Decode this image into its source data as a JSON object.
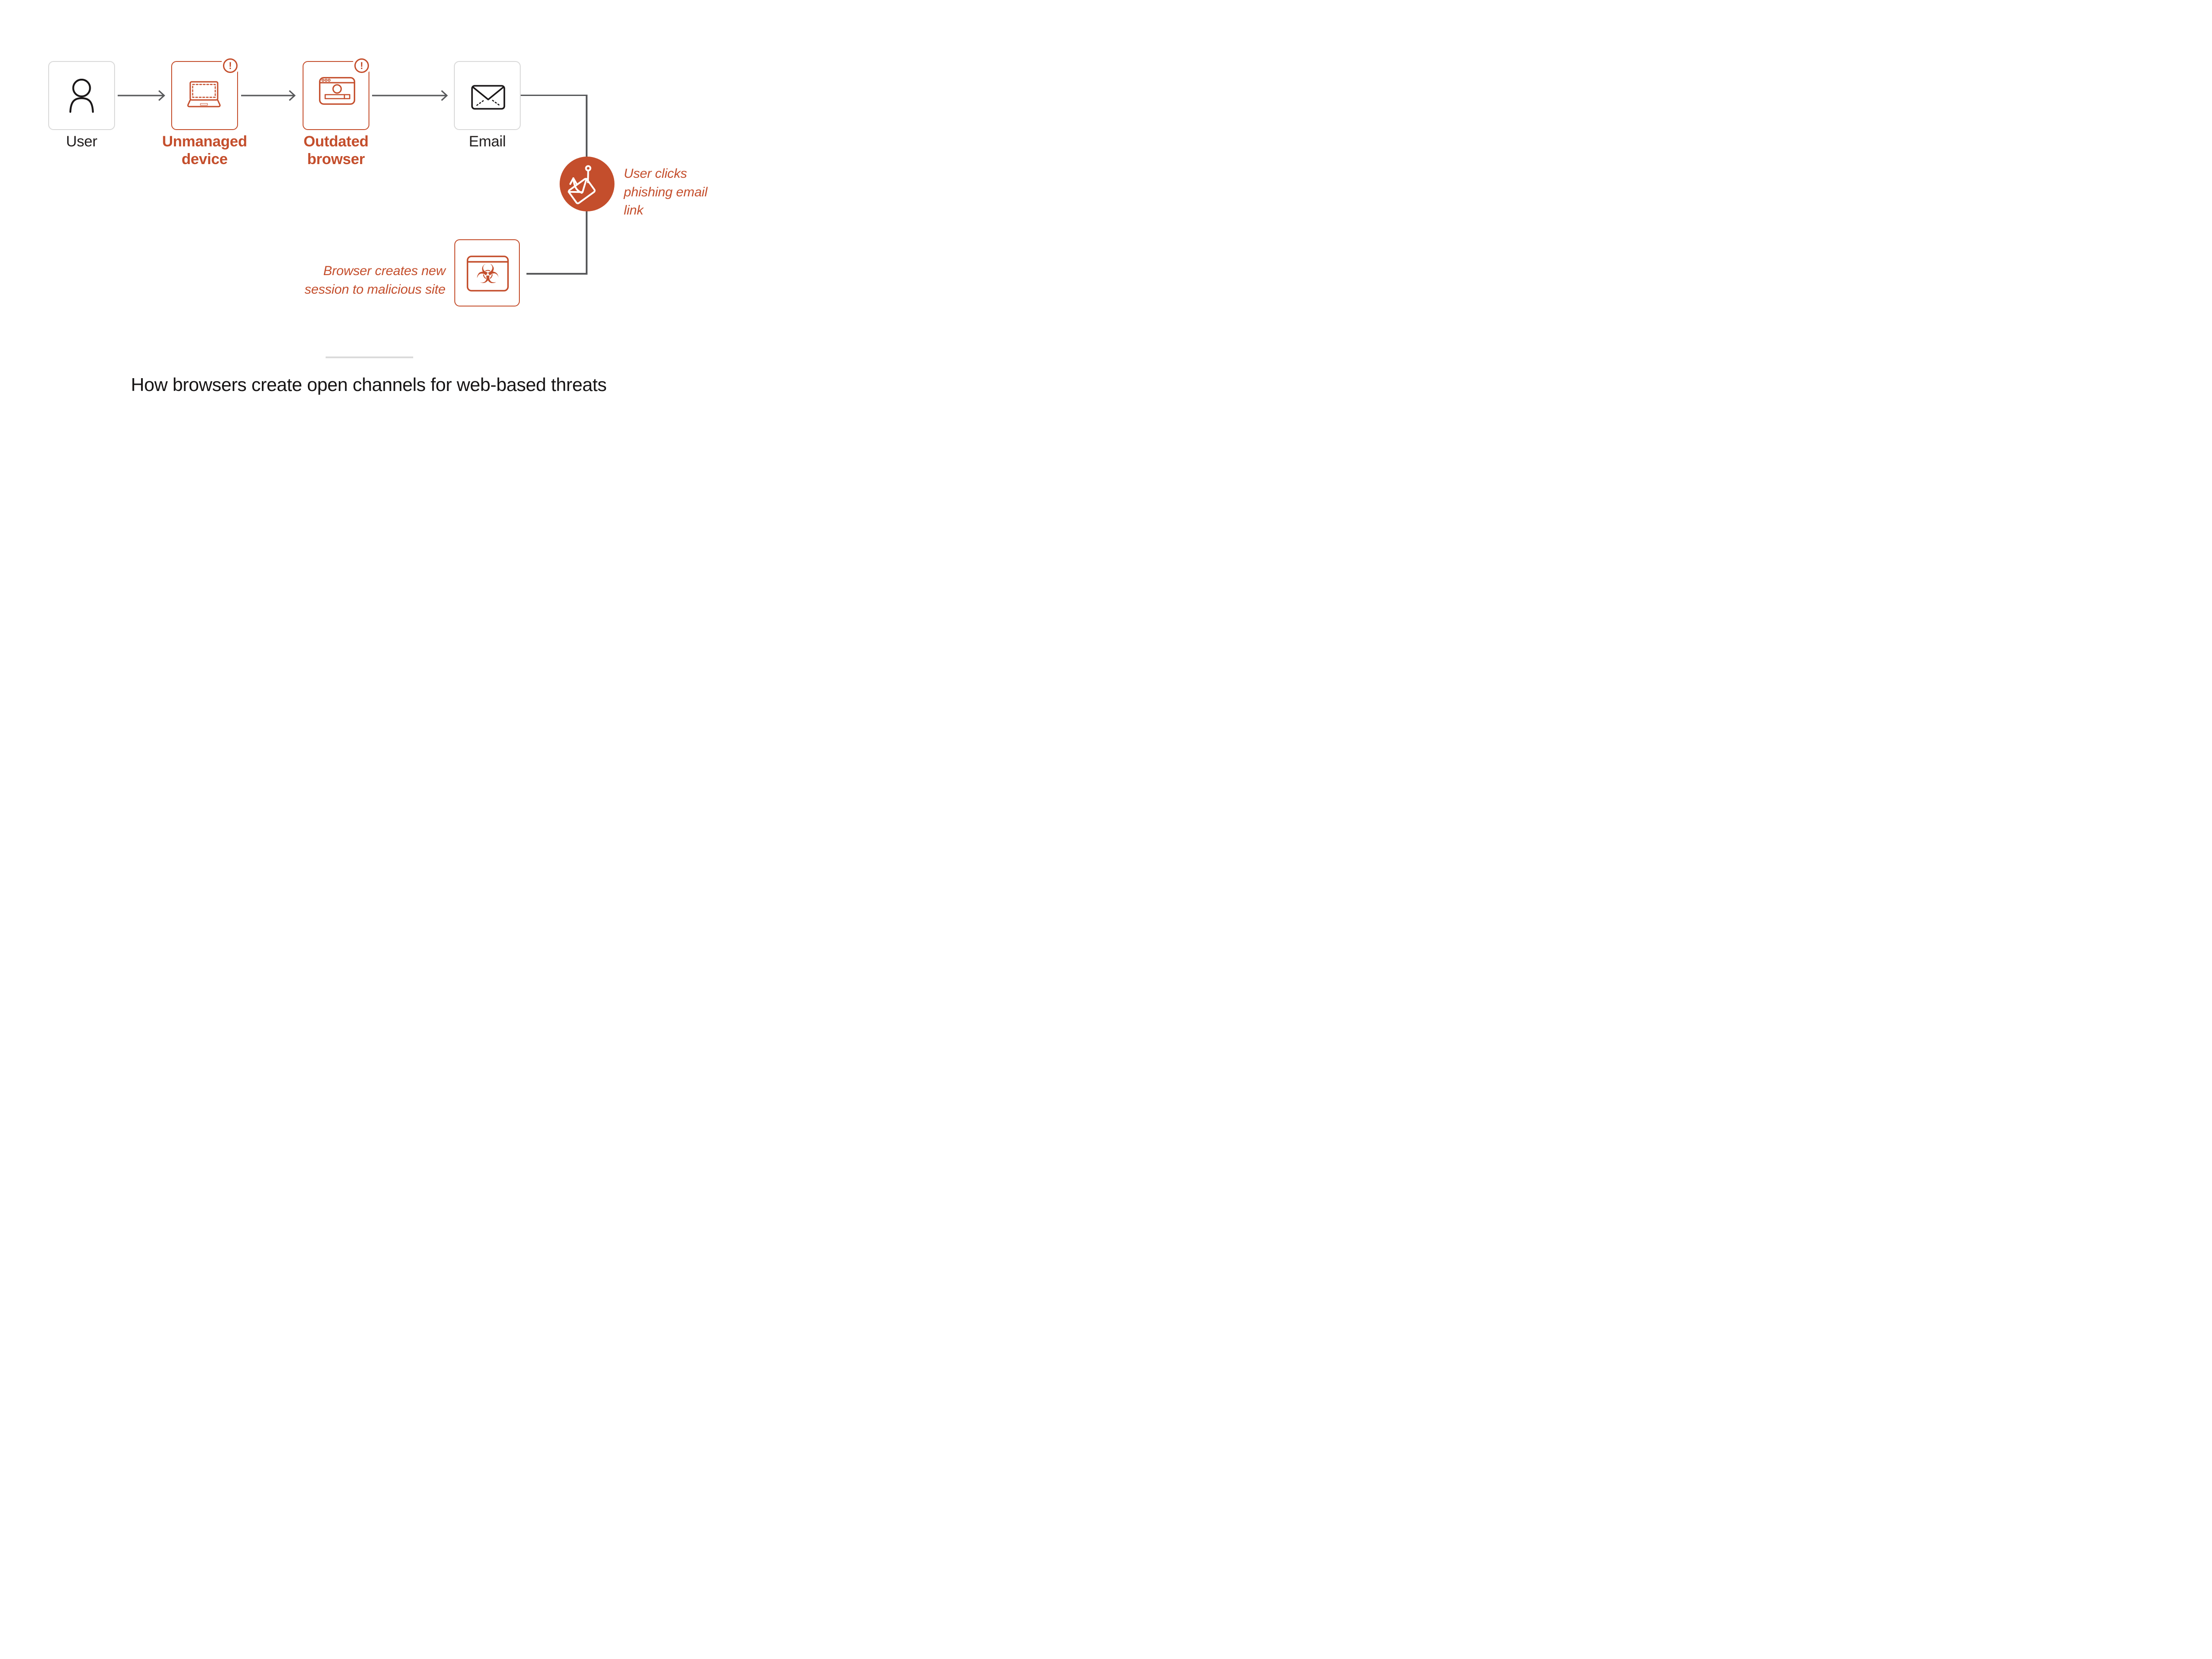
{
  "title": {
    "text": "How browsers create open channels for web-based threats"
  },
  "colors": {
    "accent_orange": "#C44E2C",
    "connector_gray": "#58595B",
    "box_border_gray": "#D9D9D9",
    "divider_gray": "#DBDBDB",
    "text_dark": "#221F1F"
  },
  "flow": {
    "nodes": [
      {
        "id": "user",
        "label": "User",
        "icon": "person-icon",
        "state": "normal"
      },
      {
        "id": "unmanaged-device",
        "label": "Unmanaged device",
        "icon": "laptop-icon",
        "state": "risk",
        "badge": "!"
      },
      {
        "id": "outdated-browser",
        "label": "Outdated browser",
        "icon": "browser-window-icon",
        "state": "risk",
        "badge": "!"
      },
      {
        "id": "email",
        "label": "Email",
        "icon": "envelope-icon",
        "state": "normal"
      },
      {
        "id": "malicious-site",
        "icon": "biohazard-browser-icon",
        "state": "risk",
        "glyph": "☣"
      }
    ],
    "annotations": {
      "phishing_click": {
        "lines": [
          "User clicks",
          "phishing email",
          "link"
        ]
      },
      "new_session": {
        "lines": [
          "Browser creates new",
          "session to malicious site"
        ]
      }
    }
  }
}
